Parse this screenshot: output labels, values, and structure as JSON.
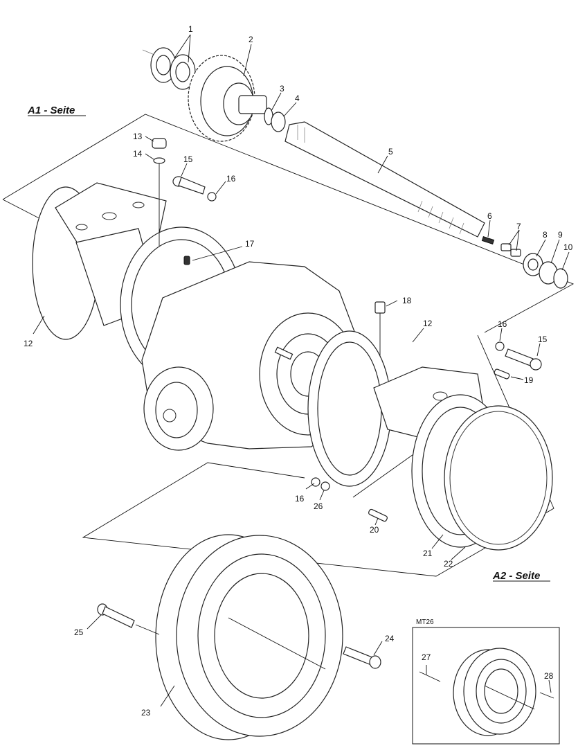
{
  "sides": {
    "a1": "A1 - Seite",
    "a2": "A2 - Seite"
  },
  "inset": {
    "label": "MT26"
  },
  "callouts": [
    {
      "id": "c1",
      "text": "1"
    },
    {
      "id": "c2",
      "text": "2"
    },
    {
      "id": "c3",
      "text": "3"
    },
    {
      "id": "c4",
      "text": "4"
    },
    {
      "id": "c5",
      "text": "5"
    },
    {
      "id": "c6",
      "text": "6"
    },
    {
      "id": "c7",
      "text": "7"
    },
    {
      "id": "c8",
      "text": "8"
    },
    {
      "id": "c9",
      "text": "9"
    },
    {
      "id": "c10",
      "text": "10"
    },
    {
      "id": "c12a",
      "text": "12"
    },
    {
      "id": "c12b",
      "text": "12"
    },
    {
      "id": "c13",
      "text": "13"
    },
    {
      "id": "c14",
      "text": "14"
    },
    {
      "id": "c15a",
      "text": "15"
    },
    {
      "id": "c15b",
      "text": "15"
    },
    {
      "id": "c16a",
      "text": "16"
    },
    {
      "id": "c16b",
      "text": "16"
    },
    {
      "id": "c16c",
      "text": "16"
    },
    {
      "id": "c17",
      "text": "17"
    },
    {
      "id": "c18",
      "text": "18"
    },
    {
      "id": "c19",
      "text": "19"
    },
    {
      "id": "c20",
      "text": "20"
    },
    {
      "id": "c21",
      "text": "21"
    },
    {
      "id": "c22",
      "text": "22"
    },
    {
      "id": "c23",
      "text": "23"
    },
    {
      "id": "c24",
      "text": "24"
    },
    {
      "id": "c25",
      "text": "25"
    },
    {
      "id": "c26",
      "text": "26"
    },
    {
      "id": "c27",
      "text": "27"
    },
    {
      "id": "c28",
      "text": "28"
    }
  ]
}
